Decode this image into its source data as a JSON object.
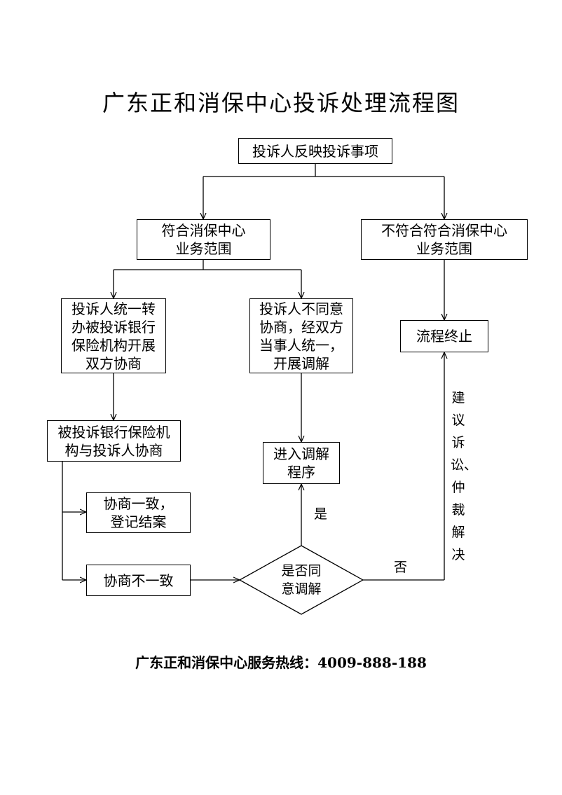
{
  "title": "广东正和消保中心投诉处理流程图",
  "nodes": {
    "start": "投诉人反映投诉事项",
    "in_scope": "符合消保中心\n业务范围",
    "out_scope": "不符合符合消保中心\n业务范围",
    "transfer": "投诉人统一转\n办被投诉银行\n保险机构开展\n双方协商",
    "disagree": "投诉人不同意\n协商，经双方\n当事人统一，\n开展调解",
    "terminate": "流程终止",
    "negotiate": "被投诉银行保险机\n构与投诉人协商",
    "mediation": "进入调解\n程序",
    "agreed": "协商一致，\n登记结案",
    "not_agreed": "协商不一致",
    "decision": "是否同\n意调解"
  },
  "labels": {
    "yes": "是",
    "no": "否",
    "suggest": "建议诉讼、仲裁解决"
  },
  "footer": "广东正和消保中心服务热线：4009-888-188"
}
